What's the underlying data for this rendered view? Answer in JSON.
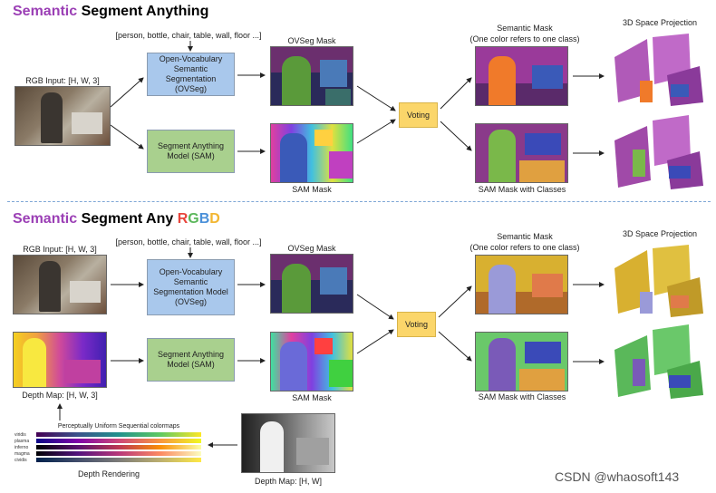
{
  "top": {
    "title_semantic": "Semantic",
    "title_rest": "Segment Anything",
    "prompt": "[person, bottle, chair, table, wall, floor ...]",
    "rgb_input_label": "RGB Input: [H, W, 3]",
    "ovseg_box": "Open-Vocabulary Semantic Segmentation (OVSeg)",
    "sam_box": "Segment Anything Model (SAM)",
    "ovseg_mask_label": "OVSeg Mask",
    "sam_mask_label": "SAM Mask",
    "voting": "Voting",
    "semantic_mask_label": "Semantic Mask",
    "semantic_mask_sub": "(One color refers to one class)",
    "sam_classes_label": "SAM Mask with Classes",
    "projection_label": "3D Space Projection"
  },
  "bottom": {
    "title_semantic": "Semantic",
    "title_rest": "Segment Any",
    "title_rgbd": [
      "R",
      "G",
      "B",
      "D"
    ],
    "prompt": "[person, bottle, chair, table, wall, floor ...]",
    "rgb_input_label": "RGB Input: [H, W, 3]",
    "ovseg_box": "Open-Vocabulary Semantic Segmentation Model (OVSeg)",
    "sam_box": "Segment Anything Model (SAM)",
    "ovseg_mask_label": "OVSeg Mask",
    "sam_mask_label": "SAM Mask",
    "voting": "Voting",
    "semantic_mask_label": "Semantic Mask",
    "semantic_mask_sub": "(One color refers to one class)",
    "sam_classes_label": "SAM Mask with Classes",
    "projection_label": "3D Space Projection",
    "depth_map3_label": "Depth Map: [H, W, 3]",
    "colormap_title": "Perceptually Uniform Sequential colormaps",
    "colormaps": [
      "viridis",
      "plasma",
      "inferno",
      "magma",
      "cividis"
    ],
    "depth_rendering_label": "Depth Rendering",
    "depth_map_label": "Depth Map: [H, W]"
  },
  "watermark": "CSDN @whaosoft143",
  "colors": {
    "semantic_title": "#9b3fb5",
    "ovseg_box": "#a9c8ec",
    "sam_box": "#a9d08e",
    "voting_box": "#fbd66a",
    "rgbd": [
      "#e8453c",
      "#5bb75b",
      "#4a90d9",
      "#f2b632"
    ]
  }
}
